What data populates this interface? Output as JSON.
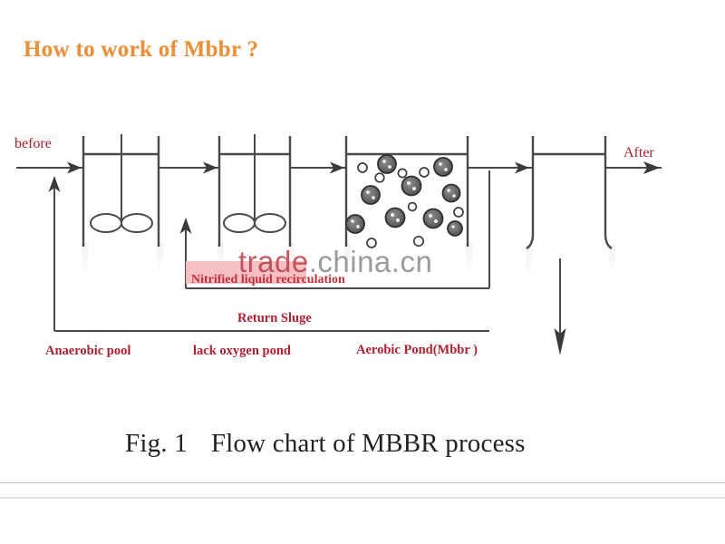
{
  "title": "How to work of Mbbr ?",
  "caption": {
    "fig": "Fig. 1",
    "text": "Flow chart of MBBR process"
  },
  "watermark": {
    "text_red": "trade",
    "text_gray": ".china.cn",
    "full": "trade.china.cn"
  },
  "diagram": {
    "endpoints": {
      "inlet": "before",
      "outlet": "After"
    },
    "flow_labels": {
      "nitrified_recirculation": "Nitrified liquid recirculation",
      "return_sludge": "Return Sluge"
    },
    "units": [
      {
        "id": "tank1",
        "label": "Anaerobic pool",
        "type": "mixed-tank"
      },
      {
        "id": "tank2",
        "label": "lack oxygen pond",
        "type": "mixed-tank"
      },
      {
        "id": "tank3",
        "label": "Aerobic Pond(Mbbr )",
        "type": "mbbr-tank"
      },
      {
        "id": "clarifier",
        "label": "",
        "type": "clarifier"
      }
    ]
  },
  "colors": {
    "title": "#E8913A",
    "label_red": "#9C1B2B",
    "label_bold_red": "#B02030",
    "line": "#4A4A4A",
    "caption": "#222222",
    "watermark_gray": "#8A8A8A",
    "watermark_band": "#F6BCC0"
  }
}
